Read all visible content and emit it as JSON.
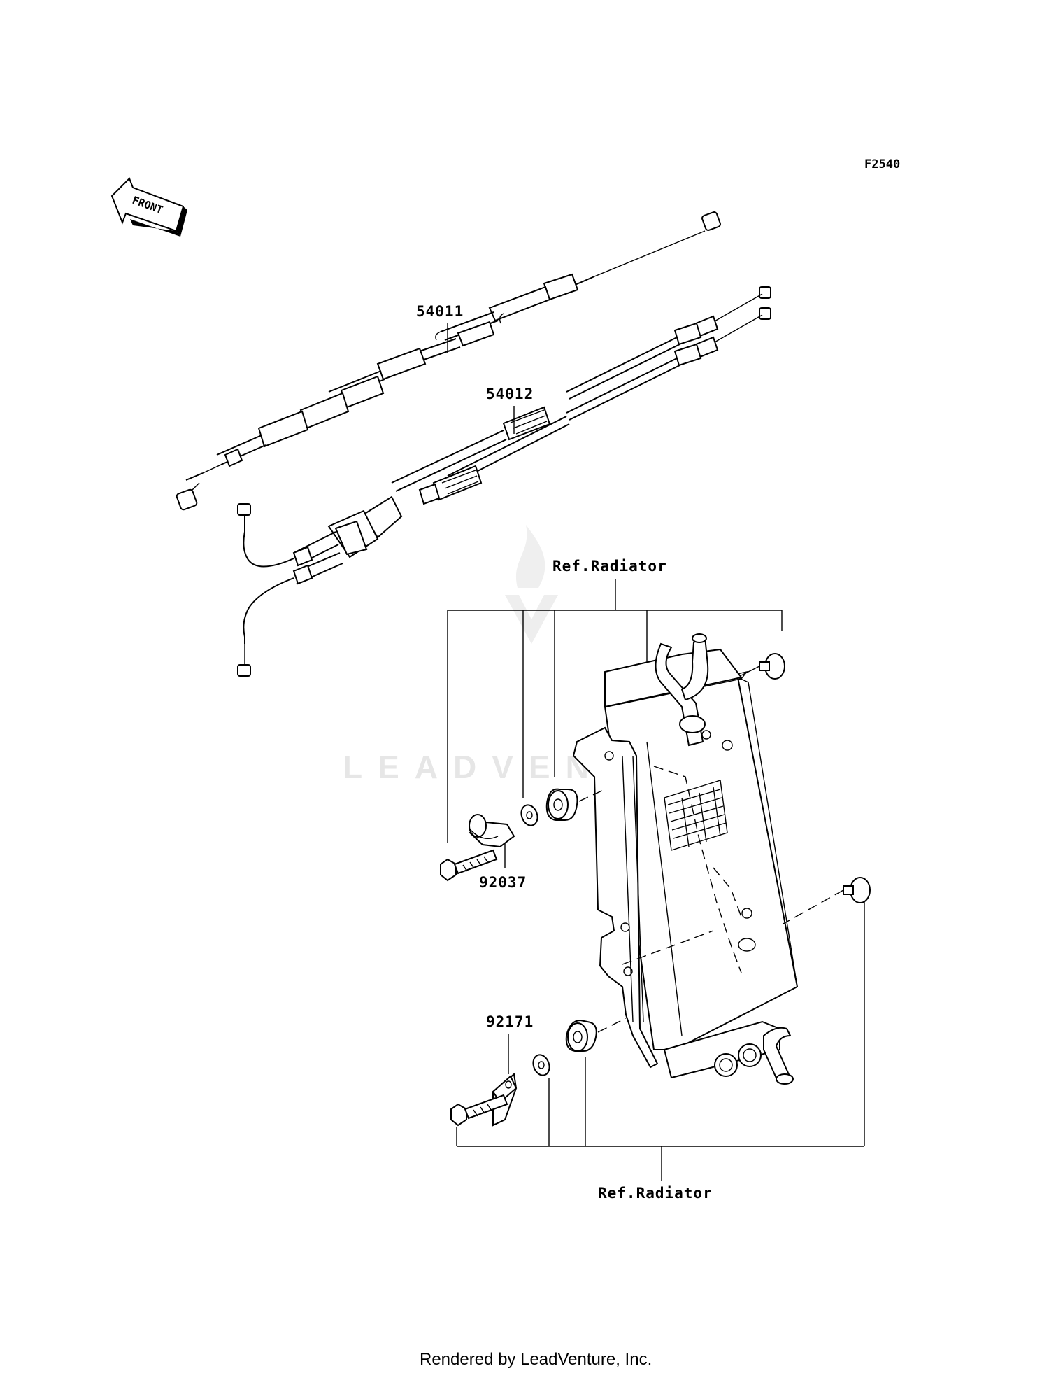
{
  "diagram": {
    "code": "F2540",
    "front_label": "FRONT",
    "watermark": "LEADVENTURE",
    "callouts": {
      "cable_upper": "54011",
      "cable_lower": "54012",
      "clamp": "92037",
      "bracket": "92171",
      "ref_top": "Ref.Radiator",
      "ref_bottom": "Ref.Radiator"
    },
    "footer": "Rendered by LeadVenture, Inc."
  }
}
